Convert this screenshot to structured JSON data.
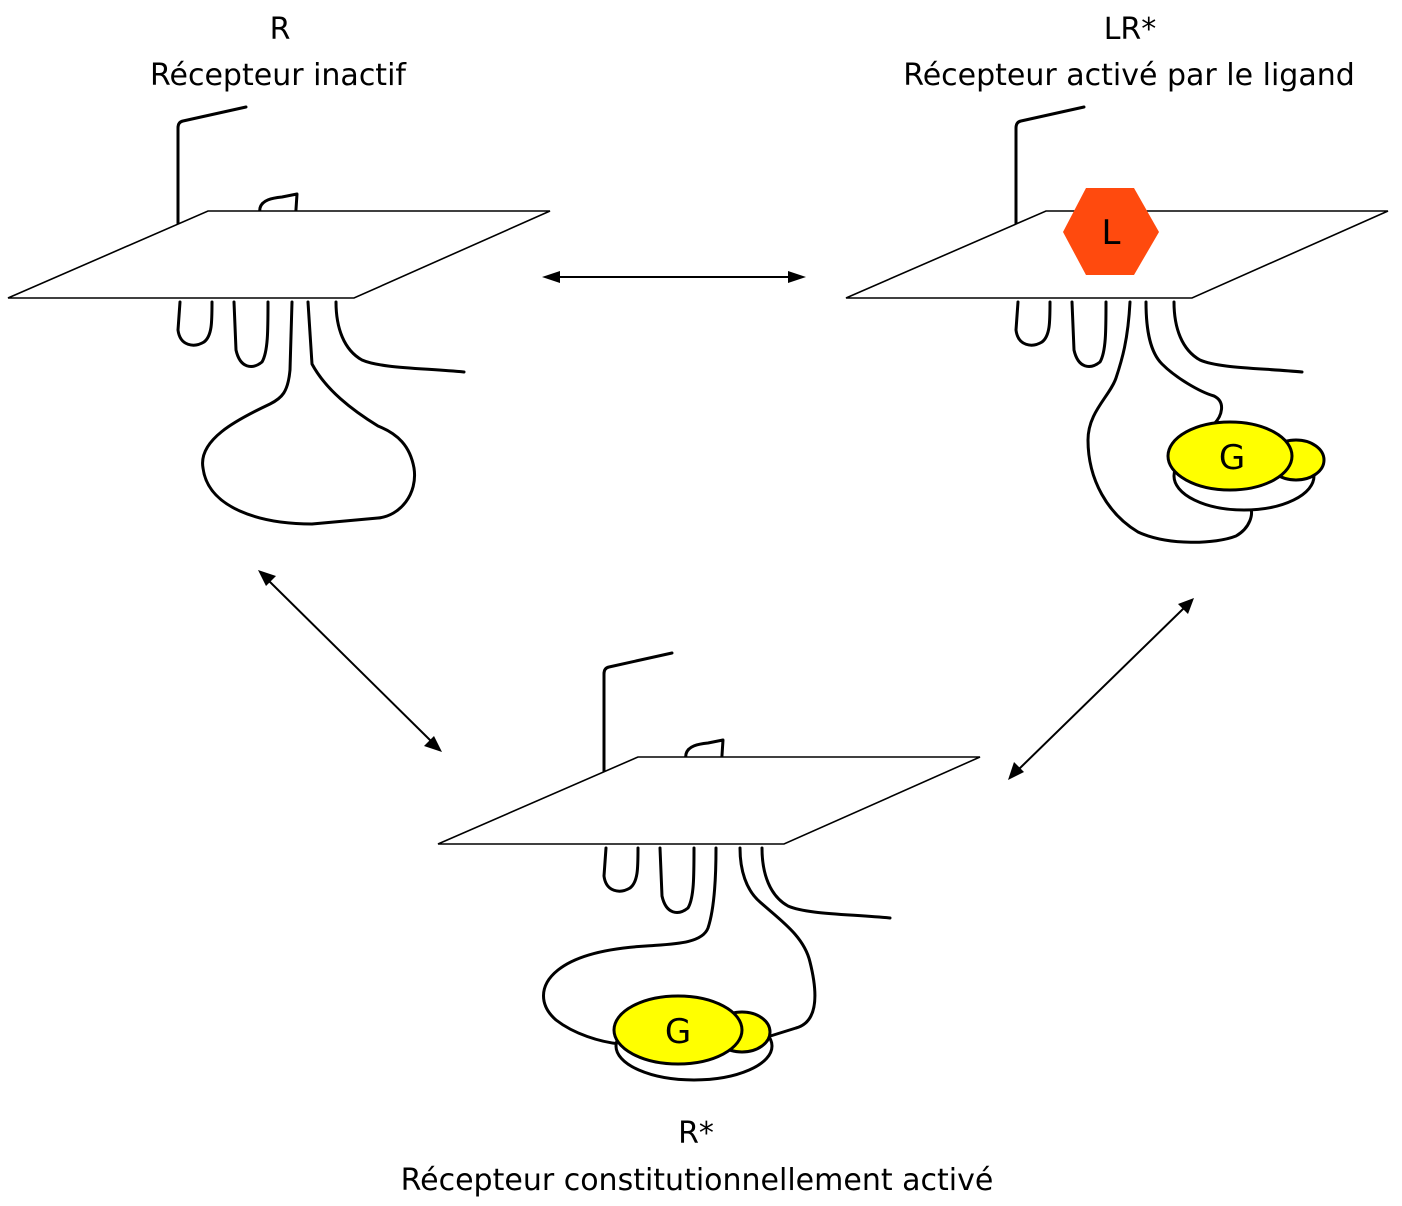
{
  "states": {
    "inactive": {
      "symbol": "R",
      "label": "Récepteur inactif"
    },
    "ligand_activated": {
      "symbol": "LR*",
      "label": "Récepteur activé par le ligand"
    },
    "constitutive": {
      "symbol": "R*",
      "label": "Récepteur constitutionnellement activé"
    }
  },
  "ligand": {
    "letter": "L",
    "color": "#ff4a0e"
  },
  "g_protein": {
    "letter": "G",
    "color": "#ffff00"
  }
}
